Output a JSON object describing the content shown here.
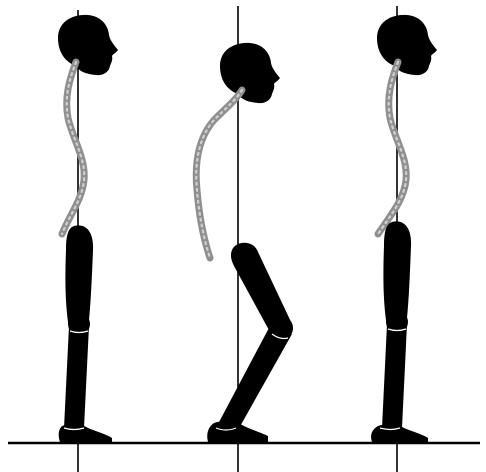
{
  "figure": {
    "subject": "spinal-posture-comparison",
    "figures": [
      {
        "id": "figure-1",
        "posture": "upright"
      },
      {
        "id": "figure-2",
        "posture": "stooped"
      },
      {
        "id": "figure-3",
        "posture": "upright"
      }
    ],
    "colors": {
      "background": "#ffffff",
      "ink": "#000000",
      "spine": "#8f8f8f",
      "spine_highlight": "#d0d0d0"
    }
  }
}
